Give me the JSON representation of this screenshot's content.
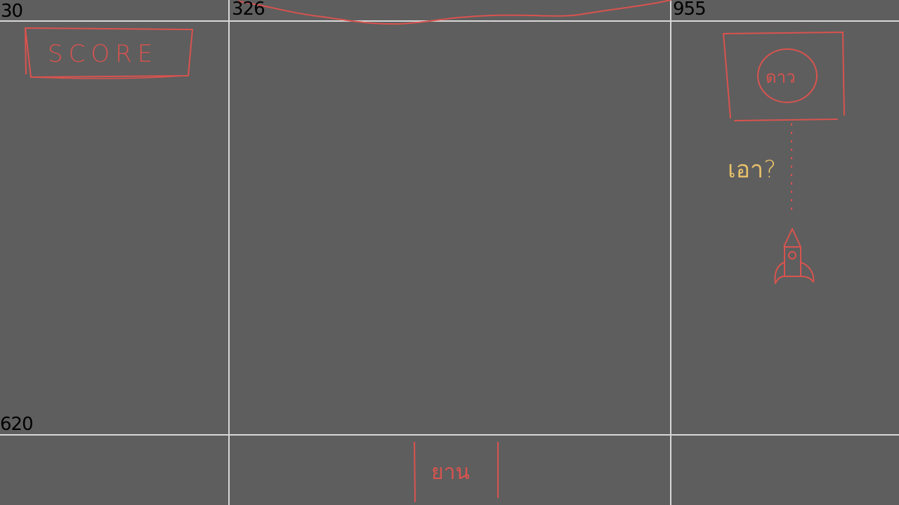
{
  "guides": {
    "x_left": "30",
    "x_center": "326",
    "x_right": "955",
    "y_bottom": "620"
  },
  "sketch": {
    "score_label": "SCORE",
    "star_label": "ดาว",
    "question_label": "เอา?",
    "ship_label": "ยาน"
  },
  "colors": {
    "background": "#5e5e5e",
    "guide_line": "#d8d8d8",
    "sketch_red": "#d9534f",
    "sketch_yellow": "#e6c06a",
    "guide_text": "#000000"
  },
  "icons": {
    "rocket": "rocket-icon",
    "star_circle": "star-circle-icon"
  }
}
